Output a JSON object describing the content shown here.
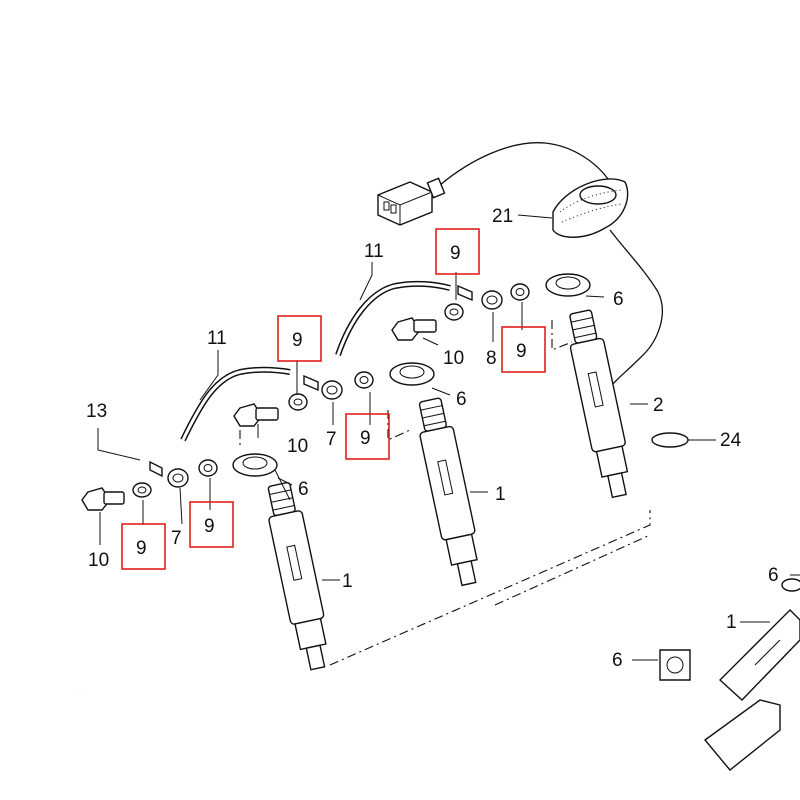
{
  "callouts": [
    {
      "id": "c13",
      "text": "13",
      "highlight": false
    },
    {
      "id": "c11a",
      "text": "11",
      "highlight": false
    },
    {
      "id": "c11b",
      "text": "11",
      "highlight": false
    },
    {
      "id": "c21",
      "text": "21",
      "highlight": false
    },
    {
      "id": "c9a",
      "text": "9",
      "highlight": true
    },
    {
      "id": "c9b",
      "text": "9",
      "highlight": true
    },
    {
      "id": "c9c",
      "text": "9",
      "highlight": true
    },
    {
      "id": "c9d",
      "text": "9",
      "highlight": true
    },
    {
      "id": "c9e",
      "text": "9",
      "highlight": true
    },
    {
      "id": "c9f",
      "text": "9",
      "highlight": true
    },
    {
      "id": "c10a",
      "text": "10",
      "highlight": false
    },
    {
      "id": "c10b",
      "text": "10",
      "highlight": false
    },
    {
      "id": "c10c",
      "text": "10",
      "highlight": false
    },
    {
      "id": "c7a",
      "text": "7",
      "highlight": false
    },
    {
      "id": "c7b",
      "text": "7",
      "highlight": false
    },
    {
      "id": "c8",
      "text": "8",
      "highlight": false
    },
    {
      "id": "c6a",
      "text": "6",
      "highlight": false
    },
    {
      "id": "c6b",
      "text": "6",
      "highlight": false
    },
    {
      "id": "c6c",
      "text": "6",
      "highlight": false
    },
    {
      "id": "c6d",
      "text": "6",
      "highlight": false
    },
    {
      "id": "c6e",
      "text": "6",
      "highlight": false
    },
    {
      "id": "c1a",
      "text": "1",
      "highlight": false
    },
    {
      "id": "c1b",
      "text": "1",
      "highlight": false
    },
    {
      "id": "c1c",
      "text": "1",
      "highlight": false
    },
    {
      "id": "c2",
      "text": "2",
      "highlight": false
    },
    {
      "id": "c24",
      "text": "24",
      "highlight": false
    }
  ],
  "colors": {
    "line": "#111111",
    "highlight": "#e0201c",
    "background": "#ffffff"
  }
}
